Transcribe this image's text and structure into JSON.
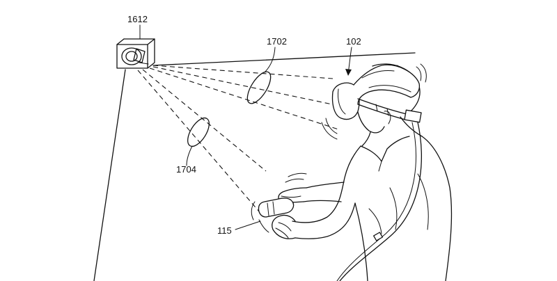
{
  "labels": {
    "camera": "1612",
    "hmd": "102",
    "tracked_region_upper": "1702",
    "tracked_region_lower": "1704",
    "controller": "115"
  },
  "colors": {
    "ink": "#111111",
    "background": "#ffffff"
  }
}
